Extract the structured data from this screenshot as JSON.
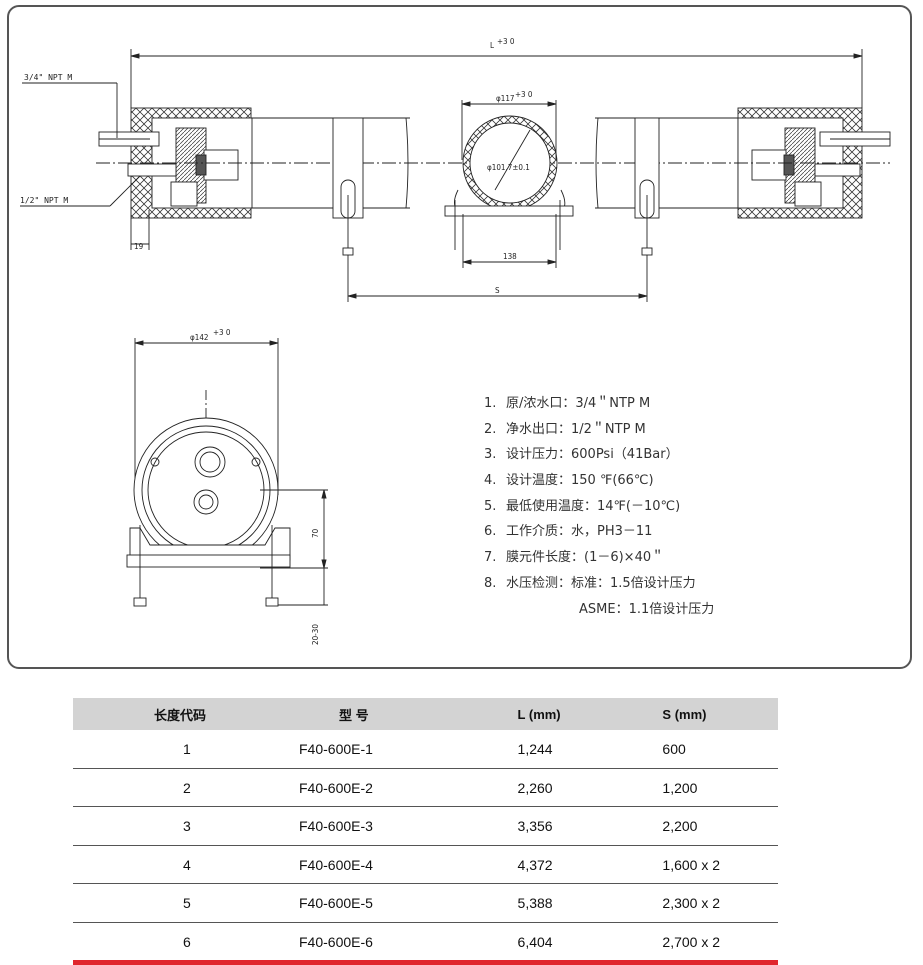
{
  "drawing": {
    "label_L": "L",
    "label_L_tol": "+3 0",
    "label_inlet": "3/4\" NPT M",
    "label_outlet": "1/2\" NPT M",
    "dim_19": "19",
    "dim_phi117": "φ117",
    "dim_phi117_tol": "+3 0",
    "dim_phi101": "φ101.7±0.1",
    "dim_138": "138",
    "dim_S": "S",
    "dim_phi142": "φ142",
    "dim_phi142_tol": "+3 0",
    "dim_70": "70",
    "dim_20_30": "20-30"
  },
  "specs": {
    "items": [
      {
        "num": "1.",
        "text": "原/浓水口：3/4＂NTP M"
      },
      {
        "num": "2.",
        "text": "净水出口：1/2＂NTP M"
      },
      {
        "num": "3.",
        "text": "设计压力：600Psi（41Bar）"
      },
      {
        "num": "4.",
        "text": "设计温度：150 ℉(66℃)"
      },
      {
        "num": "5.",
        "text": "最低使用温度：14℉(－10℃)"
      },
      {
        "num": "6.",
        "text": "工作介质：水，PH3－11"
      },
      {
        "num": "7.",
        "text": "膜元件长度：(1－6)×40＂"
      },
      {
        "num": "8.",
        "text": "水压检测：标准：1.5倍设计压力"
      }
    ],
    "item8_sub": "ASME：1.1倍设计压力"
  },
  "table": {
    "headers": [
      "长度代码",
      "型  号",
      "L (mm)",
      "S (mm)"
    ],
    "rows": [
      [
        "1",
        "F40-600E-1",
        "1,244",
        "600"
      ],
      [
        "2",
        "F40-600E-2",
        "2,260",
        "1,200"
      ],
      [
        "3",
        "F40-600E-3",
        "3,356",
        "2,200"
      ],
      [
        "4",
        "F40-600E-4",
        "4,372",
        "1,600 x 2"
      ],
      [
        "5",
        "F40-600E-5",
        "5,388",
        "2,300 x 2"
      ],
      [
        "6",
        "F40-600E-6",
        "6,404",
        "2,700 x 2"
      ]
    ],
    "accent_color": "#e0262d",
    "header_bg": "#d3d3d3"
  }
}
